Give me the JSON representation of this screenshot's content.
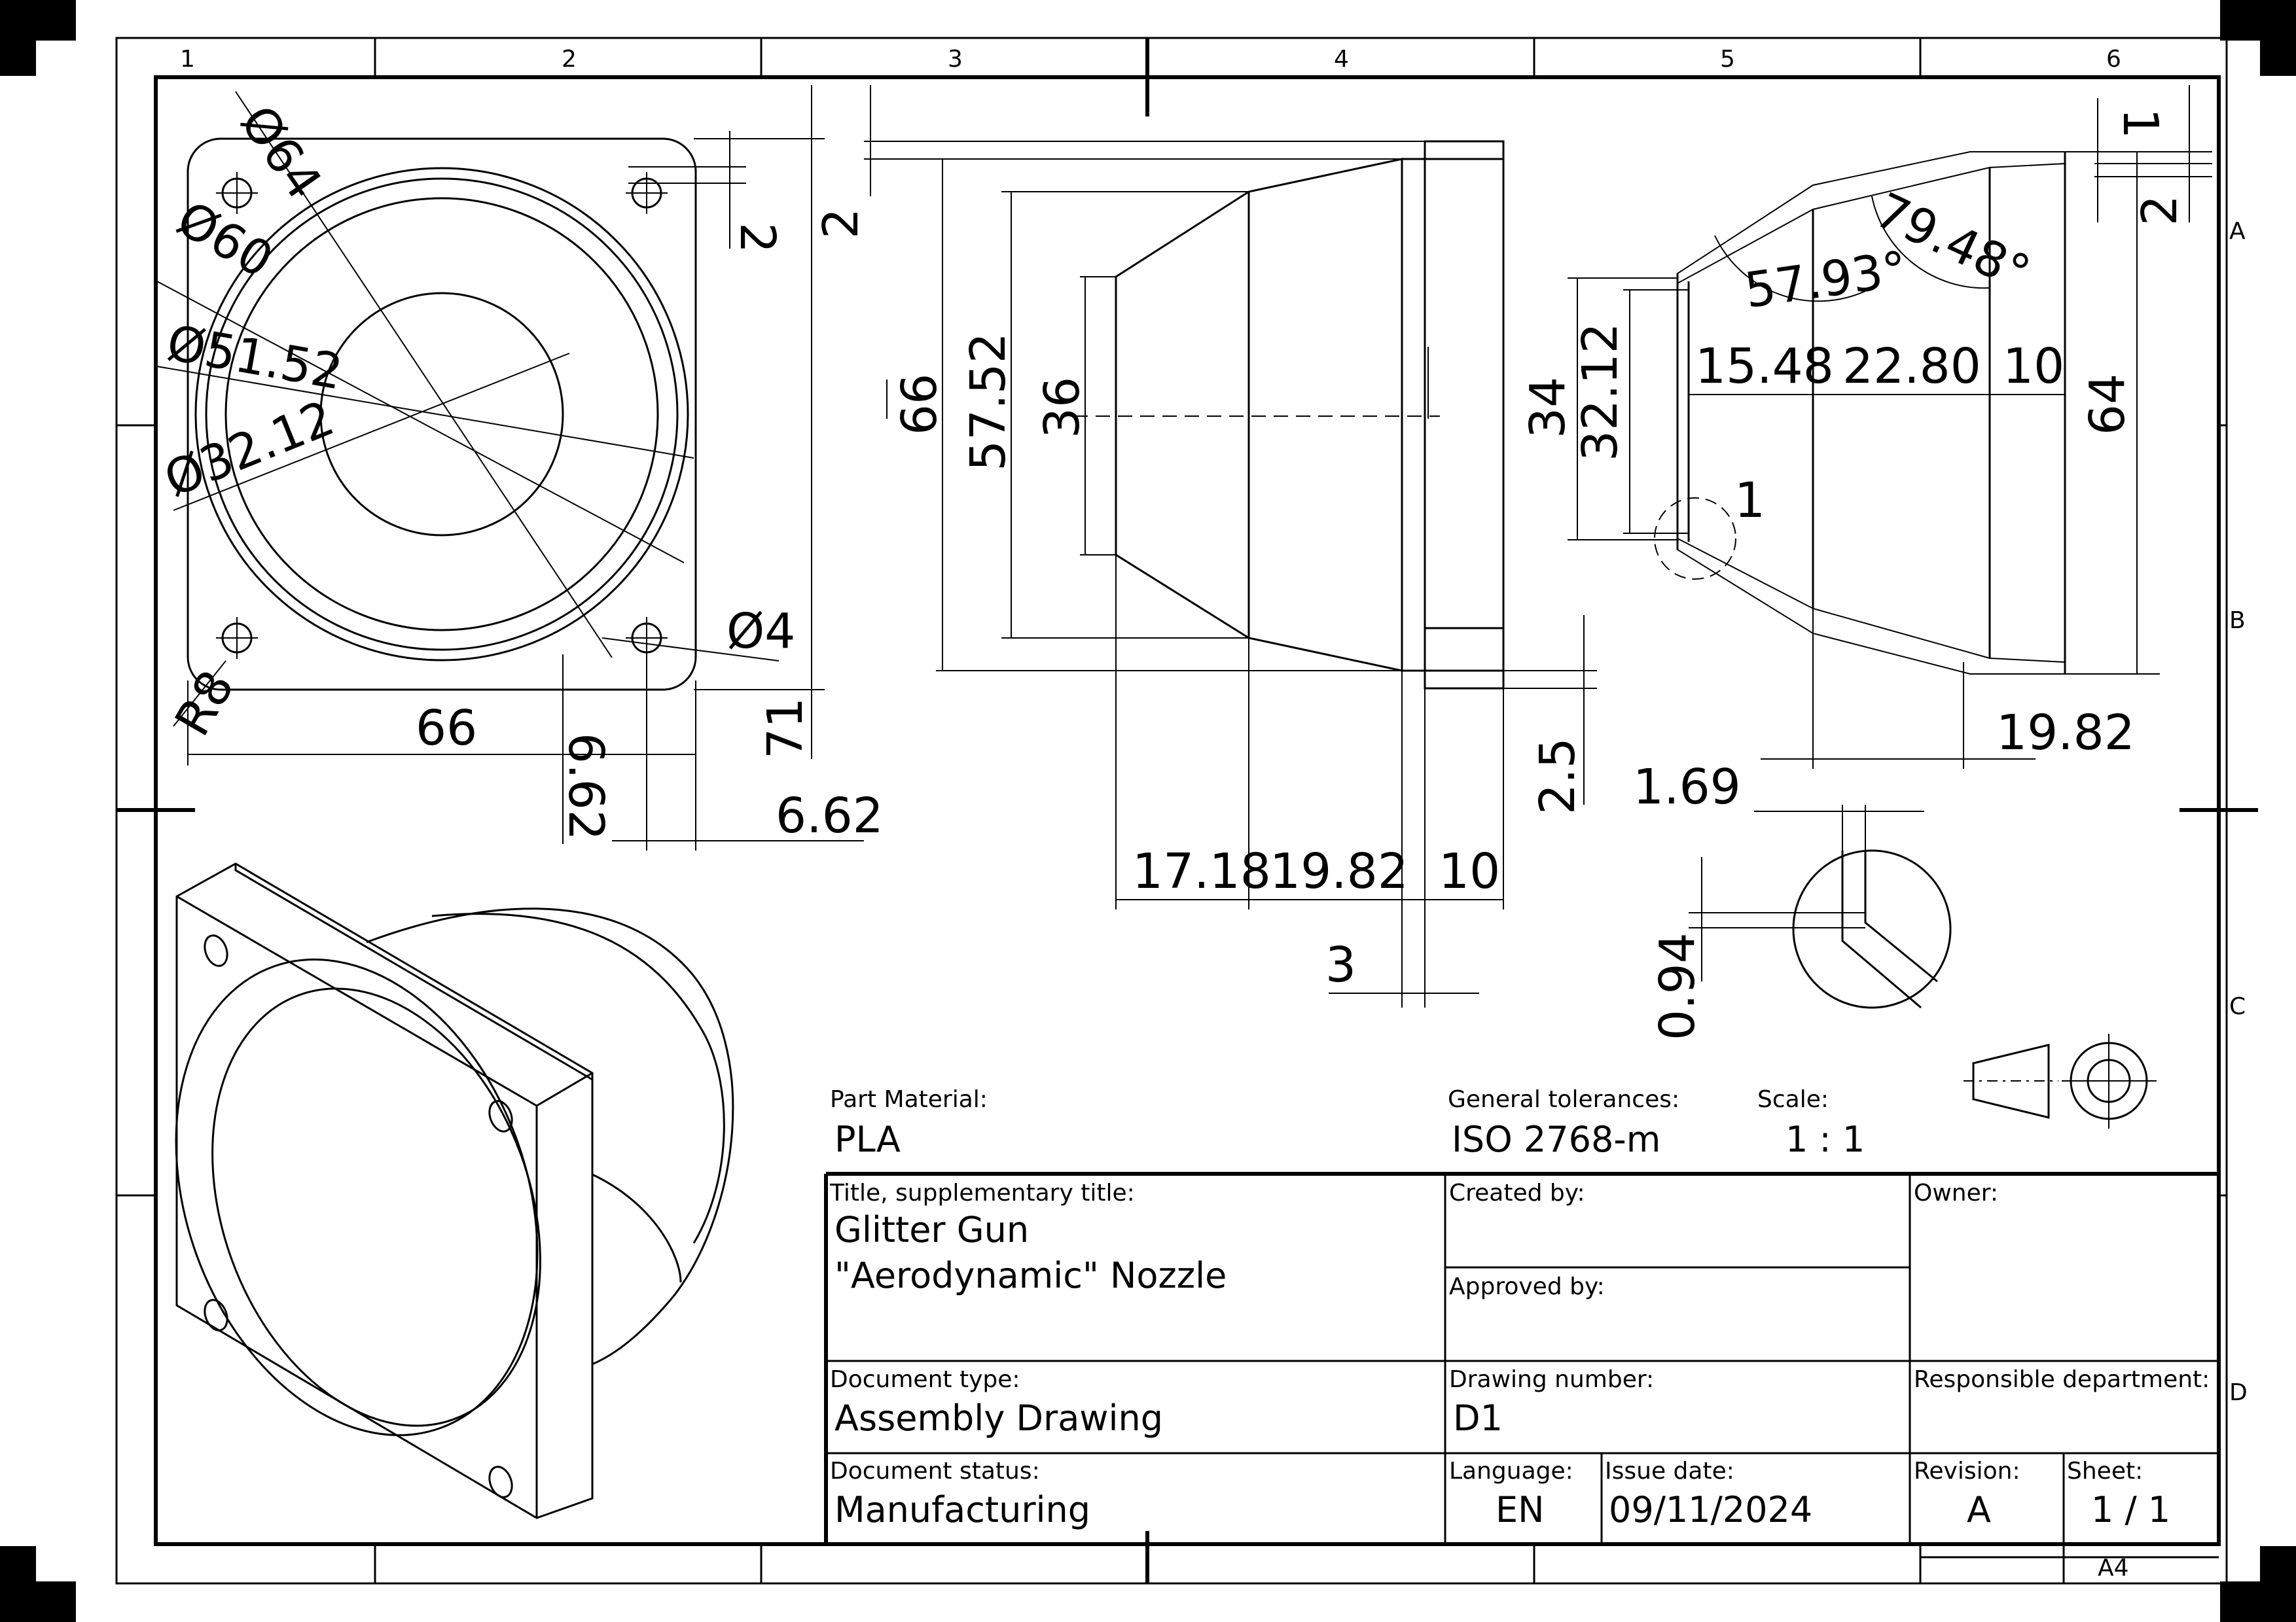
{
  "zones": {
    "columns": [
      "1",
      "2",
      "3",
      "4",
      "5",
      "6"
    ],
    "rows": [
      "A",
      "B",
      "C",
      "D"
    ]
  },
  "dimensions": {
    "front_view": [
      "Ø64",
      "Ø60",
      "Ø51.52",
      "Ø32.12",
      "Ø4",
      "R8",
      "66",
      "6.62",
      "6.62",
      "71",
      "2"
    ],
    "side_view": [
      "2",
      "66",
      "57.52",
      "36",
      "17.18",
      "19.82",
      "10",
      "3",
      "2.5"
    ],
    "section_view": [
      "34",
      "32.12",
      "15.48",
      "22.80",
      "10",
      "64",
      "57.93°",
      "79.48°",
      "1",
      "2",
      "19.82",
      "1"
    ],
    "detail_view": [
      "1.69",
      "0.94"
    ]
  },
  "title_block": {
    "part_material_label": "Part Material:",
    "part_material": "PLA",
    "general_tolerances_label": "General tolerances:",
    "general_tolerances": "ISO 2768-m",
    "scale_label": "Scale:",
    "scale": "1 : 1",
    "title_label": "Title, supplementary title:",
    "title_line1": "Glitter Gun",
    "title_line2": "\"Aerodynamic\" Nozzle",
    "created_by_label": "Created by:",
    "approved_by_label": "Approved by:",
    "owner_label": "Owner:",
    "document_type_label": "Document type:",
    "document_type": "Assembly Drawing",
    "drawing_number_label": "Drawing number:",
    "drawing_number": "D1",
    "responsible_department_label": "Responsible department:",
    "document_status_label": "Document status:",
    "document_status": "Manufacturing",
    "language_label": "Language:",
    "language": "EN",
    "issue_date_label": "Issue date:",
    "issue_date": "09/11/2024",
    "revision_label": "Revision:",
    "revision": "A",
    "sheet_label": "Sheet:",
    "sheet": "1 / 1",
    "paper_size": "A4"
  }
}
